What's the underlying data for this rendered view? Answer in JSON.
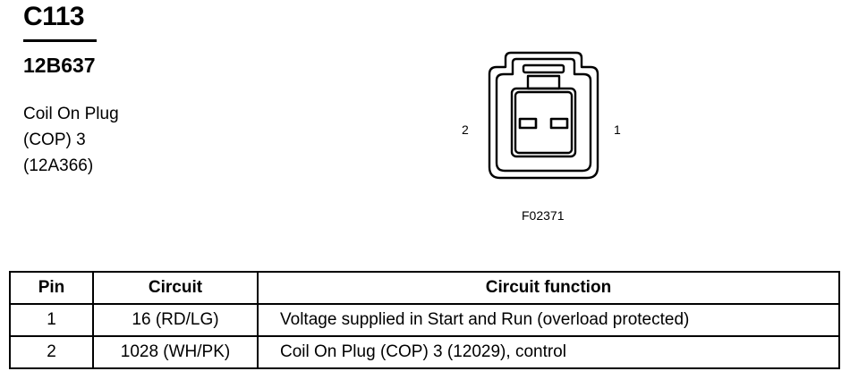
{
  "connector_id": "C113",
  "part_number": "12B637",
  "description_lines": [
    "Coil On Plug",
    "(COP) 3",
    "(12A366)"
  ],
  "pin_labels": {
    "left": "2",
    "right": "1"
  },
  "figure_number": "F02371",
  "table": {
    "headers": [
      "Pin",
      "Circuit",
      "Circuit function"
    ],
    "rows": [
      {
        "pin": "1",
        "circuit": "16 (RD/LG)",
        "function": "Voltage supplied in Start and Run (overload protected)"
      },
      {
        "pin": "2",
        "circuit": "1028 (WH/PK)",
        "function": "Coil On Plug (COP) 3 (12029), control"
      }
    ]
  }
}
